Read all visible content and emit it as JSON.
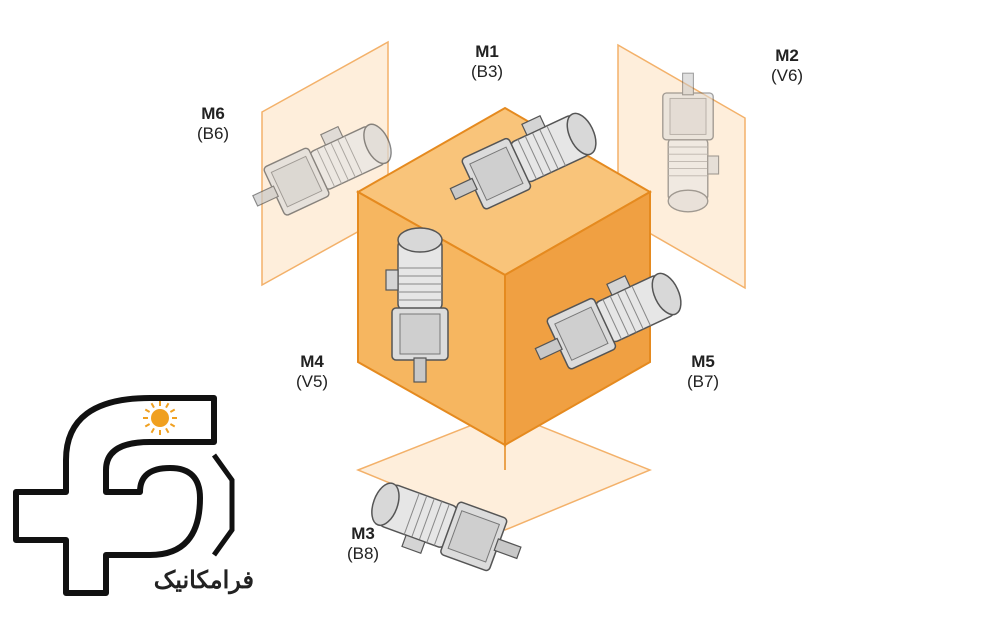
{
  "positions": [
    {
      "id": "M1",
      "code": "M1",
      "alt": "(B3)"
    },
    {
      "id": "M2",
      "code": "M2",
      "alt": "(V6)"
    },
    {
      "id": "M3",
      "code": "M3",
      "alt": "(B8)"
    },
    {
      "id": "M4",
      "code": "M4",
      "alt": "(V5)"
    },
    {
      "id": "M5",
      "code": "M5",
      "alt": "(B7)"
    },
    {
      "id": "M6",
      "code": "M6",
      "alt": "(B6)"
    }
  ],
  "brand": {
    "name": "فرامکانیک"
  },
  "colors": {
    "cube_front": "#f6b660",
    "cube_side": "#f0a042",
    "cube_top": "#f9c47a",
    "cube_edge": "#e58a1f",
    "plane_fill": "#fde8cf",
    "plane_edge": "#f3b16a",
    "motor_body": "#e4e4e4",
    "motor_line": "#555555",
    "logo_black": "#111111",
    "logo_accent": "#f0a020"
  }
}
